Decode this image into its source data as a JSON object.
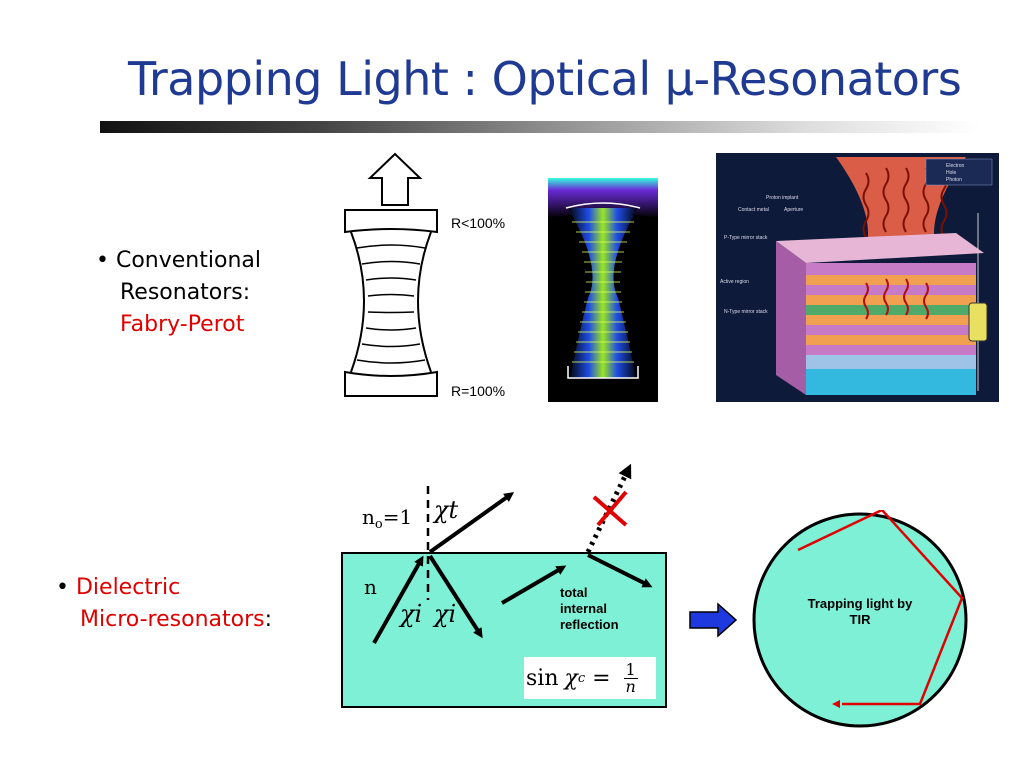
{
  "slide": {
    "title": "Trapping Light : Optical µ-Resonators"
  },
  "bullets": {
    "conventional": {
      "marker": "•",
      "line1": "Conventional",
      "line2": "Resonators:",
      "line3": "Fabry-Perot"
    },
    "dielectric": {
      "marker": "•",
      "line1": "Dielectric",
      "line2": "Micro-resonators",
      "line2_suffix": ":"
    }
  },
  "fabry_perot": {
    "top_mirror_label": "R<100%",
    "bottom_mirror_label": "R=100%"
  },
  "vcsel": {
    "legend": [
      "Electron",
      "Hole",
      "Photon"
    ],
    "labels": [
      "Proton implant",
      "Contact metal",
      "Aperture",
      "P-Type mirror stack",
      "Active region",
      "N-Type mirror stack"
    ]
  },
  "dielectric_diagram": {
    "n0_label": "n",
    "n0_sub": "o",
    "n0_value": "=1",
    "n_label": "n",
    "chi_t": "χt",
    "chi_i1": "χi",
    "chi_i2": "χi",
    "tir_line1": "total",
    "tir_line2": "internal",
    "tir_line3": "reflection",
    "sin_word": "sin",
    "sin_chi": "χ",
    "sin_sub": "c",
    "sin_eq": " = ",
    "frac_num": "1",
    "frac_den": "n"
  },
  "circle_resonator": {
    "label_line1": "Trapping light by",
    "label_line2": "TIR"
  },
  "colors": {
    "title": "#1f3a93",
    "highlight_red": "#e00000",
    "dielectric_fill": "#7ef0d6",
    "circle_fill": "#7ef0d6",
    "arrow_blue": "#1e3adf"
  }
}
